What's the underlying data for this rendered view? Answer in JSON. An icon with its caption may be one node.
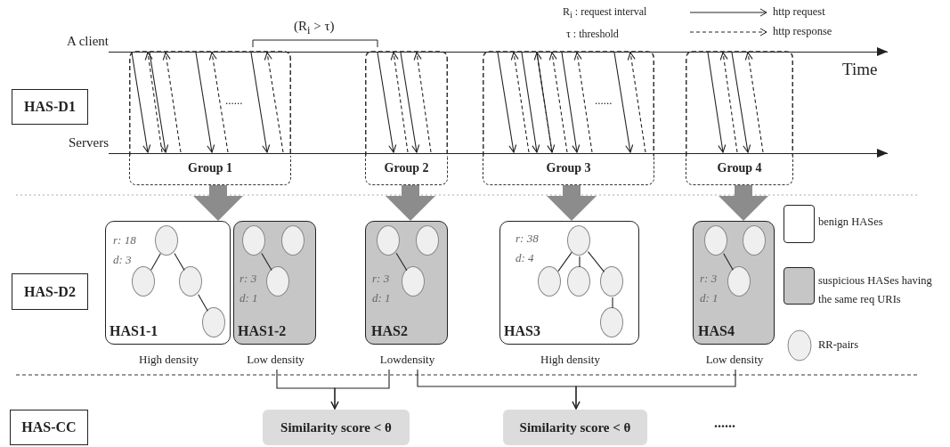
{
  "diagram": {
    "nodes": [
      {
        "text": [
          "HAS-D1"
        ]
      },
      {
        "text": [
          "HAS-D2"
        ]
      },
      {
        "text": [
          "HAS-CC"
        ]
      },
      {
        "text": [
          "A client"
        ]
      },
      {
        "text": [
          "Servers"
        ]
      },
      {
        "text": [
          "Group 1"
        ]
      },
      {
        "text": [
          "Group 2"
        ]
      },
      {
        "text": [
          "Group 3"
        ]
      },
      {
        "text": [
          "Group 4"
        ]
      },
      {
        "text": [
          "r: 18",
          "d: 3",
          "HAS1-1"
        ],
        "beside": [
          "High density"
        ]
      },
      {
        "text": [
          "r: 3",
          "d: 1",
          "HAS1-2"
        ],
        "beside": [
          "Low density"
        ]
      },
      {
        "text": [
          "r: 3",
          "d: 1",
          "HAS2"
        ],
        "beside": [
          "Lowdensity"
        ]
      },
      {
        "text": [
          "r: 38",
          "d: 4",
          "HAS3"
        ],
        "beside": [
          "High density"
        ]
      },
      {
        "text": [
          "r: 3",
          "d: 1",
          "HAS4"
        ],
        "beside": [
          "Low density"
        ]
      },
      {
        "text": [],
        "shape": "circle",
        "in": 9
      },
      {
        "text": [],
        "shape": "circle",
        "in": 9
      },
      {
        "text": [],
        "shape": "circle",
        "in": 9
      },
      {
        "text": [],
        "shape": "circle",
        "in": 9
      },
      {
        "text": [],
        "shape": "circle",
        "in": 10
      },
      {
        "text": [],
        "shape": "circle",
        "in": 10
      },
      {
        "text": [],
        "shape": "circle",
        "in": 10
      },
      {
        "text": [],
        "shape": "circle",
        "in": 11
      },
      {
        "text": [],
        "shape": "circle",
        "in": 11
      },
      {
        "text": [],
        "shape": "circle",
        "in": 11
      },
      {
        "text": [],
        "shape": "circle",
        "in": 12
      },
      {
        "text": [],
        "shape": "circle",
        "in": 12
      },
      {
        "text": [],
        "shape": "circle",
        "in": 12
      },
      {
        "text": [],
        "shape": "circle",
        "in": 12
      },
      {
        "text": [],
        "shape": "circle",
        "in": 12
      },
      {
        "text": [],
        "shape": "circle",
        "in": 13
      },
      {
        "text": [],
        "shape": "circle",
        "in": 13
      },
      {
        "text": [],
        "shape": "circle",
        "in": 13
      },
      {
        "text": [
          "Similarity score < θ"
        ]
      },
      {
        "text": [
          "Similarity score < θ"
        ]
      }
    ],
    "edges": [
      {
        "from": 3,
        "to": 4,
        "arrow": "to"
      },
      {
        "from": 3,
        "to": 4,
        "arrow": "to"
      },
      {
        "from": 4,
        "to": 3,
        "arrow": "to",
        "style": "dashed"
      },
      {
        "from": 4,
        "to": 3,
        "arrow": "to",
        "style": "dashed"
      },
      {
        "from": 3,
        "to": 4,
        "arrow": "to"
      },
      {
        "from": 4,
        "to": 3,
        "arrow": "to",
        "style": "dashed"
      },
      {
        "from": 3,
        "to": 4,
        "arrow": "to"
      },
      {
        "from": 4,
        "to": 3,
        "arrow": "to",
        "style": "dashed"
      },
      {
        "from": 3,
        "to": 4,
        "arrow": "to"
      },
      {
        "from": 3,
        "to": 4,
        "arrow": "to"
      },
      {
        "from": 4,
        "to": 3,
        "arrow": "to",
        "style": "dashed"
      },
      {
        "from": 4,
        "to": 3,
        "arrow": "to",
        "style": "dashed"
      },
      {
        "from": 3,
        "to": 4,
        "arrow": "to"
      },
      {
        "from": 3,
        "to": 4,
        "arrow": "to"
      },
      {
        "from": 4,
        "to": 3,
        "arrow": "to",
        "style": "dashed"
      },
      {
        "from": 3,
        "to": 4,
        "arrow": "to"
      },
      {
        "from": 4,
        "to": 3,
        "arrow": "to",
        "style": "dashed"
      },
      {
        "from": 3,
        "to": 4,
        "arrow": "to"
      },
      {
        "from": 4,
        "to": 3,
        "arrow": "to",
        "style": "dashed"
      },
      {
        "from": 4,
        "to": 3,
        "arrow": "to",
        "style": "dashed"
      },
      {
        "from": 3,
        "to": 4,
        "arrow": "to"
      },
      {
        "from": 4,
        "to": 3,
        "arrow": "to",
        "style": "dashed"
      },
      {
        "from": 3,
        "to": 4,
        "arrow": "to"
      },
      {
        "from": 3,
        "to": 4,
        "arrow": "to"
      },
      {
        "from": 4,
        "to": 3,
        "arrow": "to",
        "style": "dashed"
      },
      {
        "from": 4,
        "to": 3,
        "arrow": "to",
        "style": "dashed"
      },
      {
        "from": 5,
        "to": 9,
        "arrow": "to",
        "style": "thick",
        "color": "#8c8c8c"
      },
      {
        "from": 6,
        "to": 11,
        "arrow": "to",
        "style": "thick",
        "color": "#8c8c8c"
      },
      {
        "from": 7,
        "to": 12,
        "arrow": "to",
        "style": "thick",
        "color": "#8c8c8c"
      },
      {
        "from": 8,
        "to": 13,
        "arrow": "to",
        "style": "thick",
        "color": "#8c8c8c"
      },
      {
        "from": 10,
        "to": 32,
        "arrow": "to"
      },
      {
        "from": 11,
        "to": 32,
        "arrow": "to"
      },
      {
        "from": 11,
        "to": 33,
        "arrow": "to"
      },
      {
        "from": 13,
        "to": 33,
        "arrow": "to"
      },
      {
        "from": 14,
        "to": 15,
        "arrow": "none"
      },
      {
        "from": 14,
        "to": 16,
        "arrow": "none"
      },
      {
        "from": 16,
        "to": 17,
        "arrow": "none"
      },
      {
        "from": 18,
        "to": 20,
        "arrow": "none"
      },
      {
        "from": 21,
        "to": 23,
        "arrow": "none"
      },
      {
        "from": 24,
        "to": 25,
        "arrow": "none"
      },
      {
        "from": 24,
        "to": 26,
        "arrow": "none"
      },
      {
        "from": 24,
        "to": 27,
        "arrow": "none"
      },
      {
        "from": 27,
        "to": 28,
        "arrow": "none"
      },
      {
        "from": 29,
        "to": 31,
        "arrow": "none"
      }
    ],
    "labels": [
      "R$_{i}$ : request interval",
      "τ : threshold",
      "(R$_{i}$ > τ)",
      "Time",
      "......",
      "......",
      "......"
    ],
    "legend": [
      {
        "text": "http request"
      },
      {
        "text": "http response"
      },
      {
        "text": "benign HASes",
        "color": "#ffffff"
      },
      {
        "text": "suspicious HASes having the same req URIs",
        "color": "#c6c6c6"
      },
      {
        "text": "RR-pairs"
      }
    ]
  }
}
